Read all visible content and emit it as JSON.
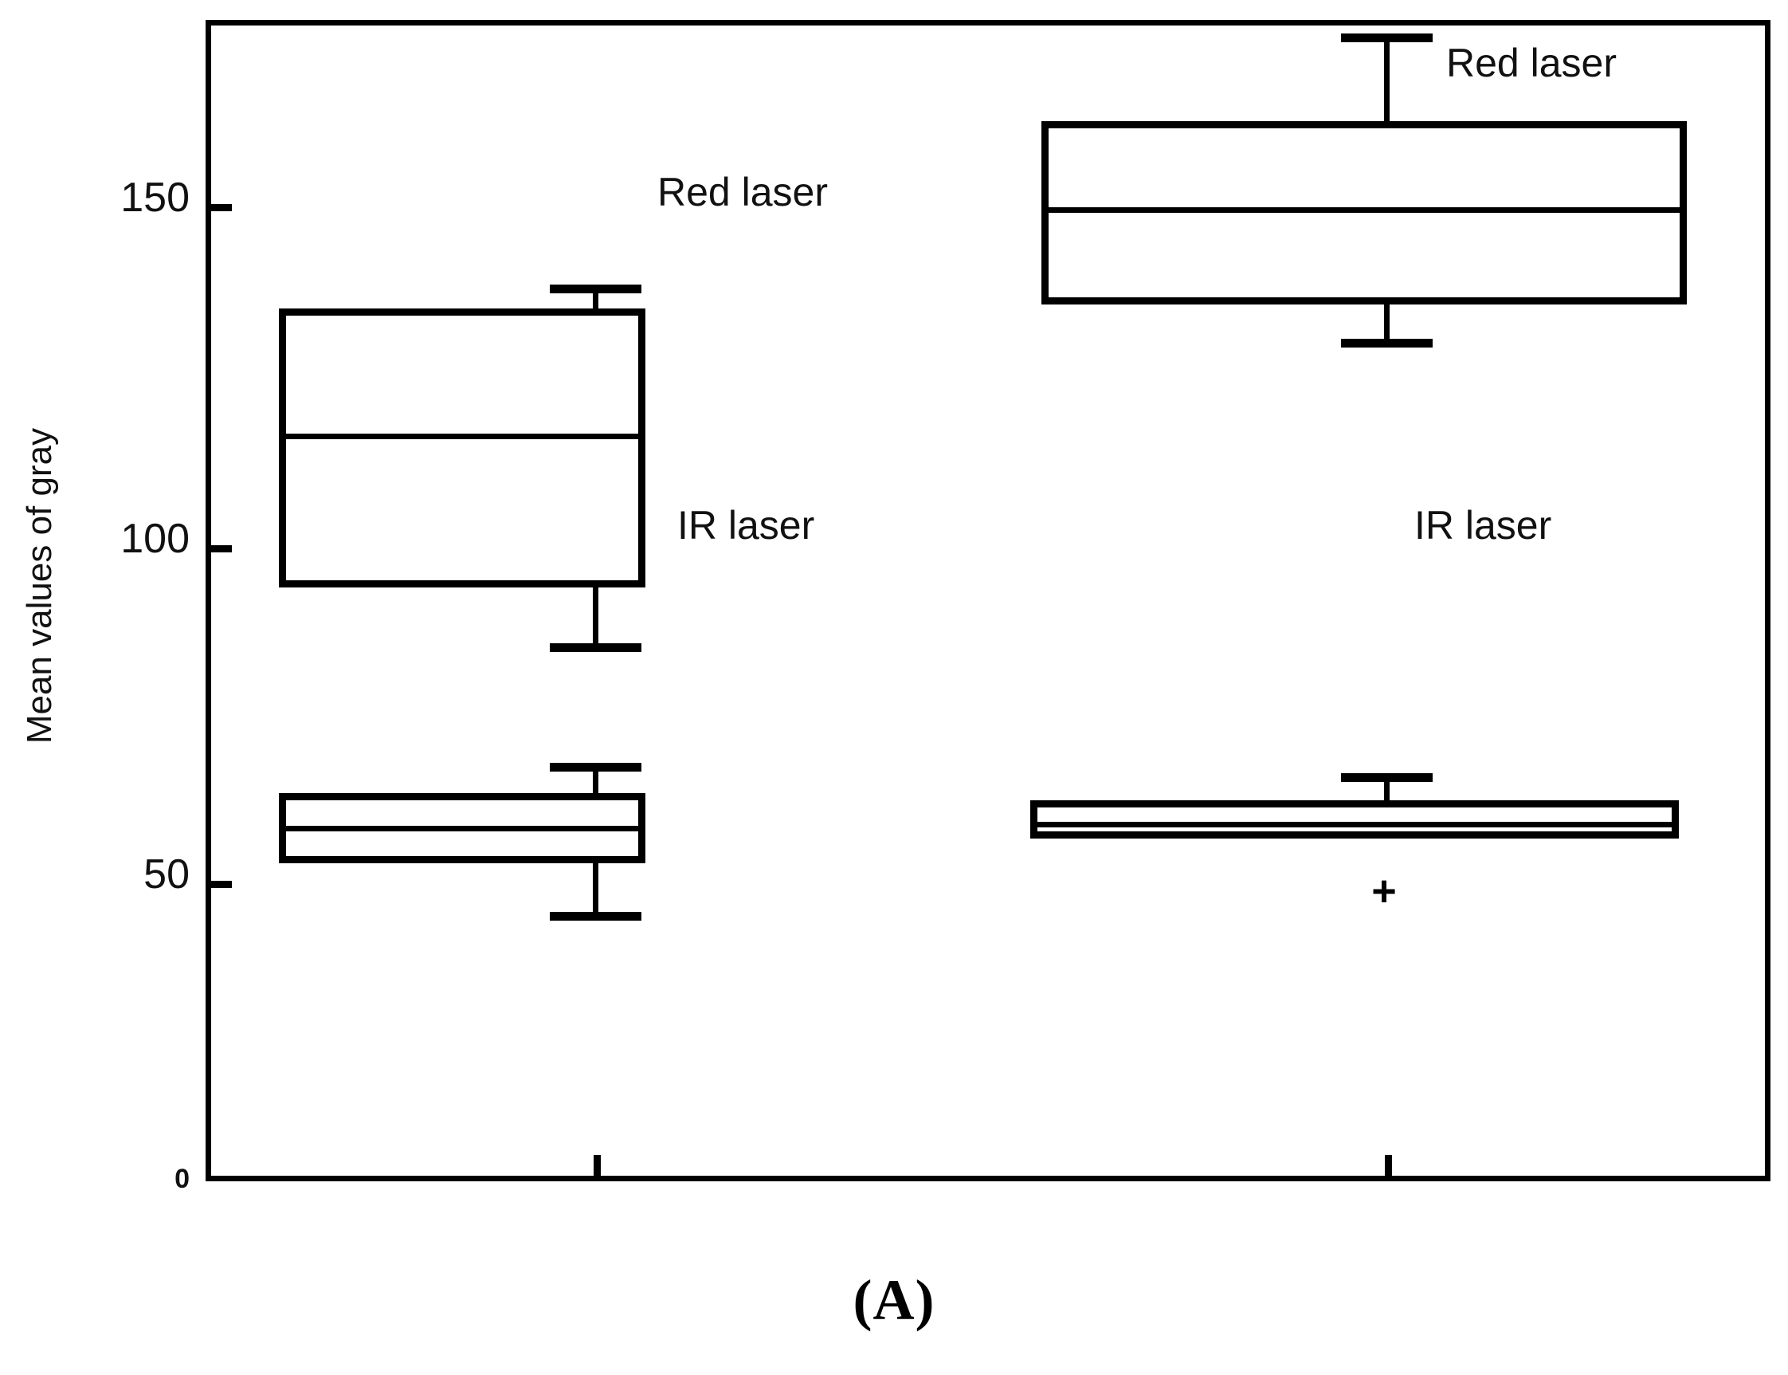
{
  "chart_data": {
    "type": "box",
    "title": "",
    "xlabel": "",
    "ylabel": "Mean values of gray",
    "ylim": [
      0,
      175
    ],
    "yticks": [
      0,
      50,
      100,
      150
    ],
    "ytick_labels": [
      "0",
      "50",
      "100",
      "150"
    ],
    "grid": false,
    "legend": "inline annotations",
    "xtick_labels": [
      "",
      ""
    ],
    "groups": [
      {
        "group_index": 1,
        "boxes": [
          {
            "label": "Red laser",
            "whisker_high": 140,
            "q3": 135,
            "median": 116,
            "q1": 94,
            "whisker_low": 84,
            "outliers": []
          },
          {
            "label": "IR laser",
            "whisker_high": 65,
            "q3": 61,
            "median": 56,
            "q1": 51,
            "whisker_low": 42,
            "outliers": []
          }
        ]
      },
      {
        "group_index": 2,
        "boxes": [
          {
            "label": "Red laser",
            "whisker_high": 175,
            "q3": 162,
            "median": 151,
            "q1": 136,
            "whisker_low": 131,
            "outliers": []
          },
          {
            "label": "IR laser",
            "whisker_high": 64,
            "q3": 58,
            "median": 56,
            "q1": 55,
            "whisker_low": 55,
            "outliers": [
              48
            ]
          }
        ]
      }
    ]
  },
  "axis": {
    "ylabel": "Mean values of gray",
    "tick_150": "150",
    "tick_100": "100",
    "tick_50": "50",
    "tick_0": "0"
  },
  "labels": {
    "left_red": "Red laser",
    "left_ir": "IR laser",
    "right_red": "Red laser",
    "right_ir": "IR laser"
  },
  "caption": {
    "panel": "(A)"
  },
  "colors": {
    "stroke": "#000000",
    "background": "#ffffff",
    "text": "#111111"
  }
}
